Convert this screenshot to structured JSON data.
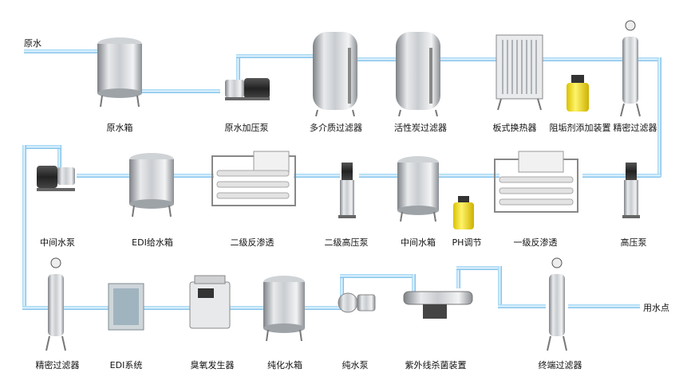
{
  "flow": {
    "source_label": "原水",
    "end_label": "用水点"
  },
  "row1": [
    {
      "name": "原水箱"
    },
    {
      "name": "原水加压泵"
    },
    {
      "name": "多介质过滤器"
    },
    {
      "name": "活性炭过滤器"
    },
    {
      "name": "板式换热器"
    },
    {
      "name": "阻垢剂添加装置"
    },
    {
      "name": "精密过滤器"
    }
  ],
  "row2": [
    {
      "name": "中间水泵"
    },
    {
      "name": "EDI给水箱"
    },
    {
      "name": "二级反渗透"
    },
    {
      "name": "二级高压泵"
    },
    {
      "name": "中间水箱"
    },
    {
      "name": "PH调节"
    },
    {
      "name": "一级反渗透"
    },
    {
      "name": "高压泵"
    }
  ],
  "row3": [
    {
      "name": "精密过滤器"
    },
    {
      "name": "EDI系统"
    },
    {
      "name": "臭氧发生器"
    },
    {
      "name": "纯化水箱"
    },
    {
      "name": "纯水泵"
    },
    {
      "name": "紫外线杀菌装置"
    },
    {
      "name": "终端过滤器"
    }
  ],
  "colors": {
    "pipe": "#7cc3ee",
    "pipe_light": "#d8eefb",
    "steel": "#b8bcc0"
  }
}
